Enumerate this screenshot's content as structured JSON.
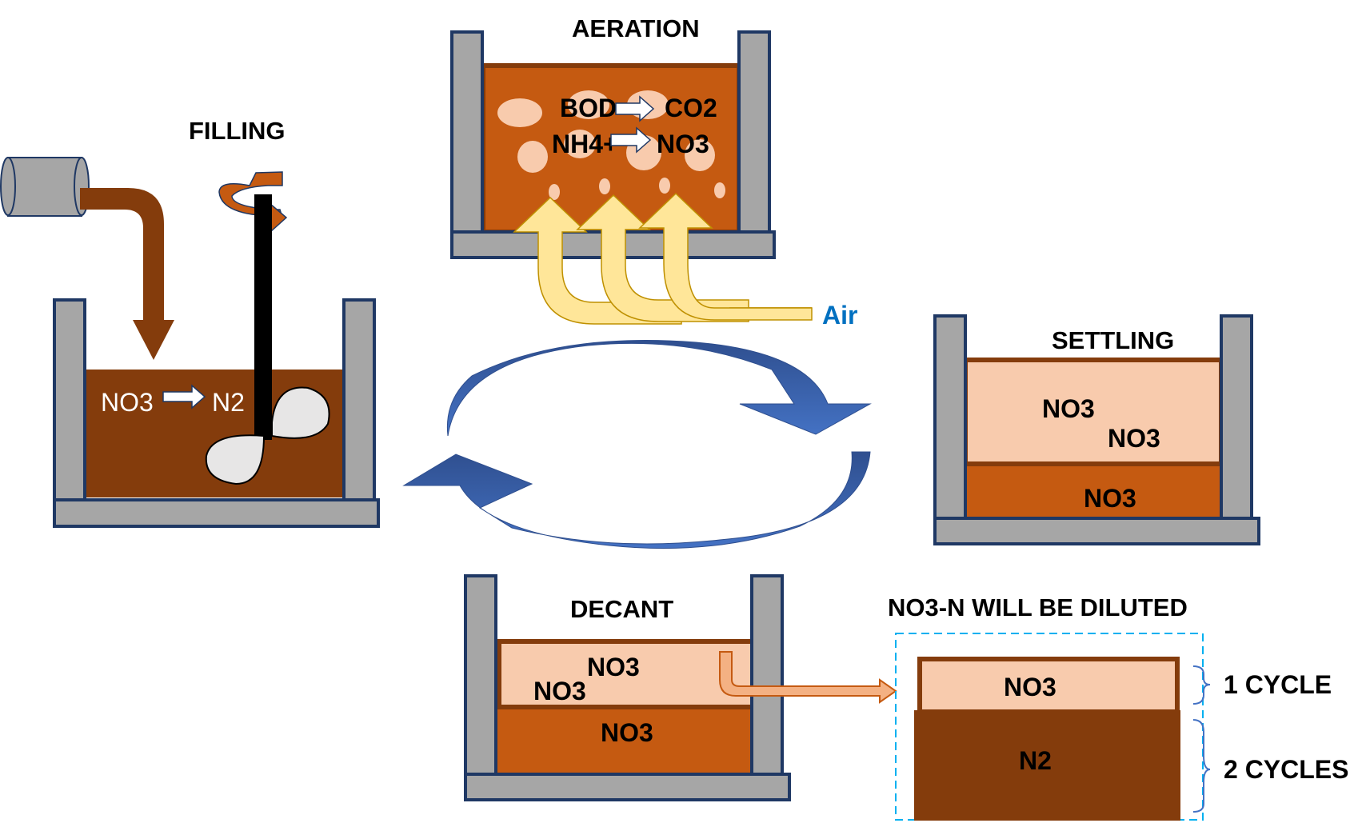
{
  "stages": {
    "filling": {
      "title": "FILLING",
      "reaction": {
        "from": "NO3",
        "to": "N2"
      }
    },
    "aeration": {
      "title": "AERATION",
      "reaction1": {
        "from": "BOD",
        "to": "CO2"
      },
      "reaction2": {
        "from": "NH4+",
        "to": "NO3"
      },
      "air_label": "Air"
    },
    "settling": {
      "title": "SETTLING",
      "top_label_1": "NO3",
      "top_label_2": "NO3",
      "bottom_label": "NO3"
    },
    "decant": {
      "title": "DECANT",
      "top_label_1": "NO3",
      "top_label_2": "NO3",
      "bottom_label": "NO3"
    }
  },
  "dilution": {
    "title": "NO3-N WILL BE DILUTED",
    "top_label": "NO3",
    "bottom_label": "N2",
    "brace_top_label": "1 CYCLE",
    "brace_bottom_label": "2 CYCLES"
  },
  "colors": {
    "tank_wall": "#a6a6a6",
    "tank_outline": "#1f3864",
    "anoxic_liquid": "#843c0c",
    "aerobic_liquid": "#c55a11",
    "supernatant": "#f8cbad",
    "air_arrow": "#ffe699",
    "cycle_arrow": "#4472c4",
    "air_text": "#0070c0",
    "dilution_box_border": "#00b0f0"
  },
  "icons": {
    "feed_pipe": "pipe-icon",
    "mixer": "mixer-icon",
    "bubbles": "bubble-icon",
    "cycle": "cycle-arrows-icon"
  }
}
